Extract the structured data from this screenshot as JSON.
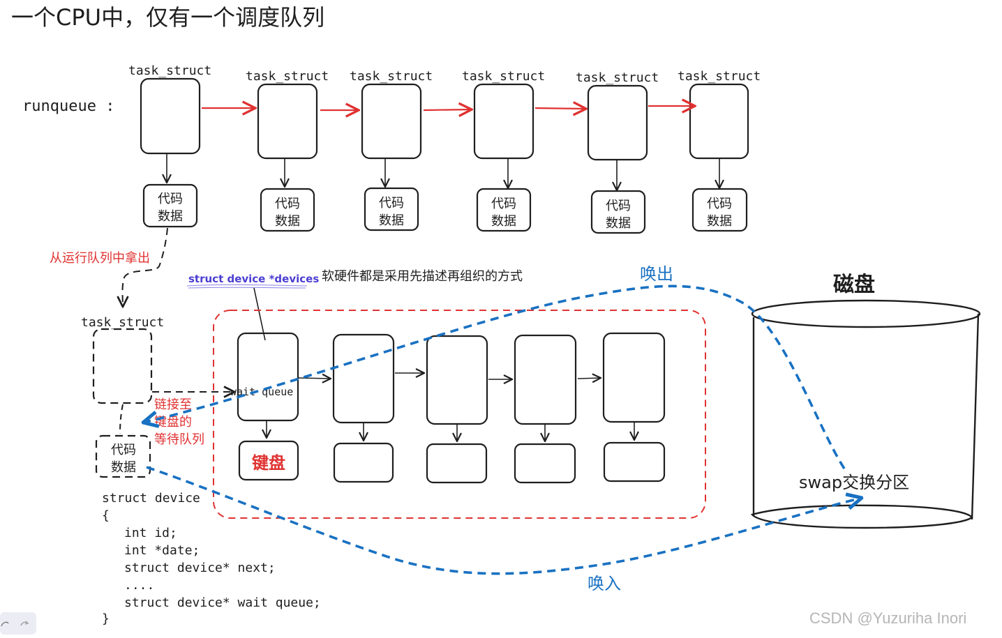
{
  "title": "一个CPU中，仅有一个调度队列",
  "runqueue_label": "runqueue :",
  "task_struct_label": "task_struct",
  "code_box": {
    "line1": "代码",
    "line2": "数据"
  },
  "remove_label": "从运行队列中拿出",
  "devices_var": "struct device *devices",
  "devices_note": "软硬件都是采用先描述再组织的方式",
  "wait_queue_label": "wait queue",
  "keyboard_label": "键盘",
  "link_note": [
    "链接至",
    "键盘的",
    "等待队列"
  ],
  "swap_out_label": "唤出",
  "swap_in_label": "唤入",
  "disk_label": "磁盘",
  "swap_partition_label": "swap交换分区",
  "code_lines": [
    "struct device",
    "{",
    "int id;",
    "int *date;",
    "struct device* next;",
    "....",
    "struct device* wait queue;",
    "}"
  ],
  "watermark": "CSDN @Yuzuriha  Inori",
  "colors": {
    "red": "#e03131",
    "blue": "#1971c2",
    "ink": "#1e1e1e",
    "purple": "#4c3fd1"
  }
}
